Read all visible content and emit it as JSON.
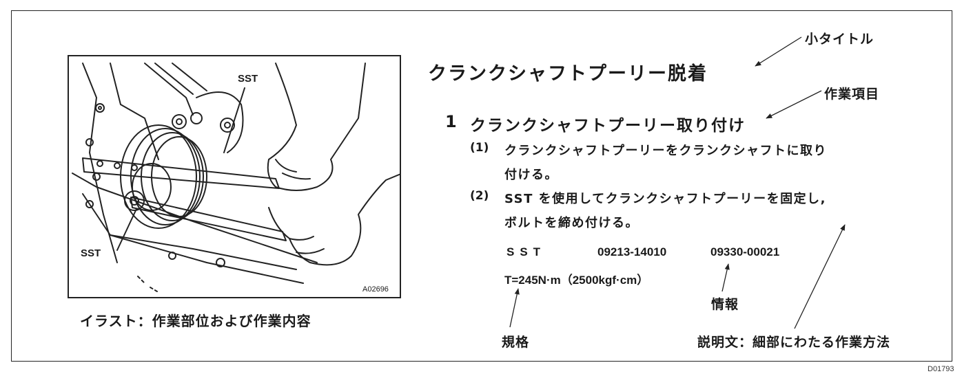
{
  "illustration": {
    "sst_top": "SST",
    "sst_bottom": "SST",
    "fig_id": "A02696",
    "caption": "イラスト：作業部位および作業内容"
  },
  "procedure": {
    "title": "クランクシャフトプーリー脱着",
    "step_number": "1",
    "step_title": "クランクシャフトプーリー取り付け",
    "sub1_mark": "(1)",
    "sub1_line1": "クランクシャフトプーリーをクランクシャフトに取り",
    "sub1_line2": "付ける。",
    "sub2_mark": "(2)",
    "sub2_line1": "SST を使用してクランクシャフトプーリーを固定し,",
    "sub2_line2": "ボルトを締め付ける。",
    "spec_sst_label": "SST",
    "spec_sst_no1": "09213-14010",
    "spec_sst_no2": "09330-00021",
    "spec_torque": "T=245N·m（2500kgf·cm）"
  },
  "annotations": {
    "small_title": "小タイトル",
    "work_item": "作業項目",
    "info": "情報",
    "standard": "規格",
    "explanation": "説明文：細部にわたる作業方法"
  },
  "doc_id": "D01793",
  "colors": {
    "ink": "#1a1a1a",
    "paper": "#ffffff"
  }
}
